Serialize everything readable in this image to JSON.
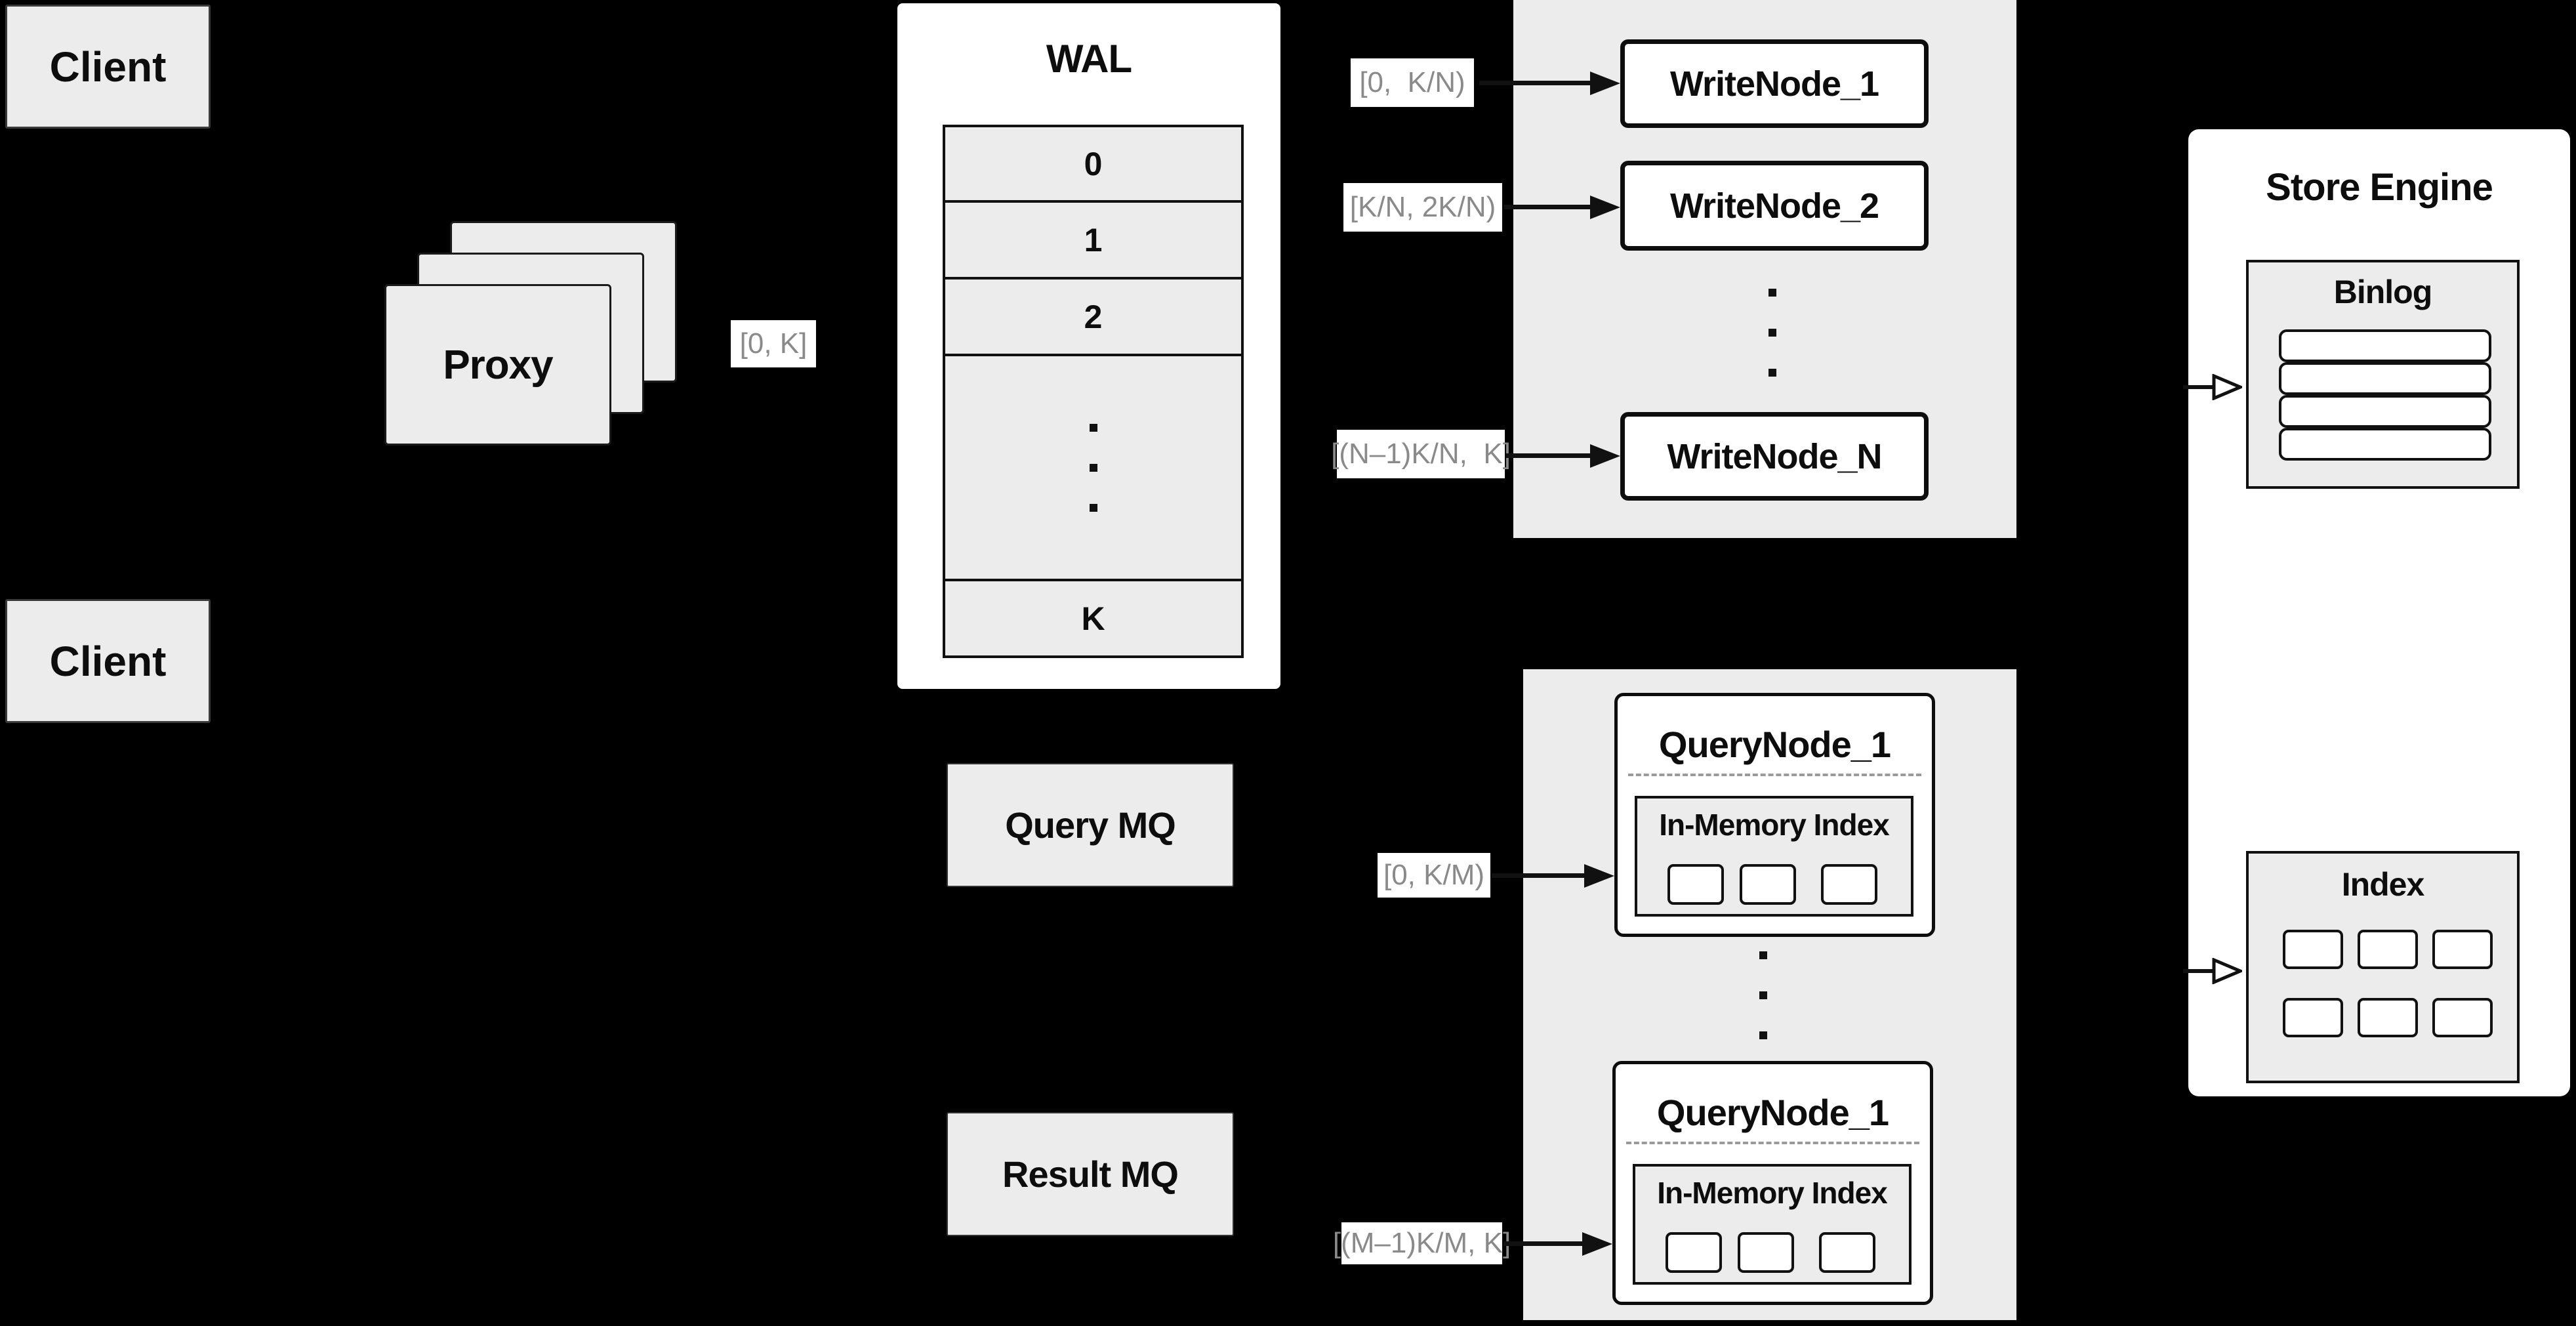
{
  "colors": {
    "background": "#000000",
    "surface_gray": "#ececec",
    "surface_white": "#ffffff",
    "border_dark": "#111111",
    "text": "#0d0d0d",
    "range_label_text": "#8a8a8a",
    "dashed_divider": "#9a9a9a"
  },
  "clients": {
    "top": "Client",
    "bottom": "Client"
  },
  "proxy": {
    "label": "Proxy",
    "range_out": "[0, K]"
  },
  "wal": {
    "title": "WAL",
    "slots": [
      "0",
      "1",
      "2",
      "K"
    ]
  },
  "write_group": {
    "nodes": [
      {
        "range": "[0,  K/N)",
        "label": "WriteNode_1"
      },
      {
        "range": "[K/N, 2K/N)",
        "label": "WriteNode_2"
      },
      {
        "range": "[(N–1)K/N,  K]",
        "label": "WriteNode_N"
      }
    ]
  },
  "mq": {
    "query": "Query MQ",
    "result": "Result MQ"
  },
  "query_group": {
    "nodes": [
      {
        "range": "[0, K/M)",
        "label": "QueryNode_1",
        "index_title": "In-Memory Index"
      },
      {
        "range": "[(M–1)K/M, K]",
        "label": "QueryNode_1",
        "index_title": "In-Memory Index"
      }
    ]
  },
  "store_engine": {
    "title": "Store Engine",
    "binlog_title": "Binlog",
    "index_title": "Index"
  }
}
